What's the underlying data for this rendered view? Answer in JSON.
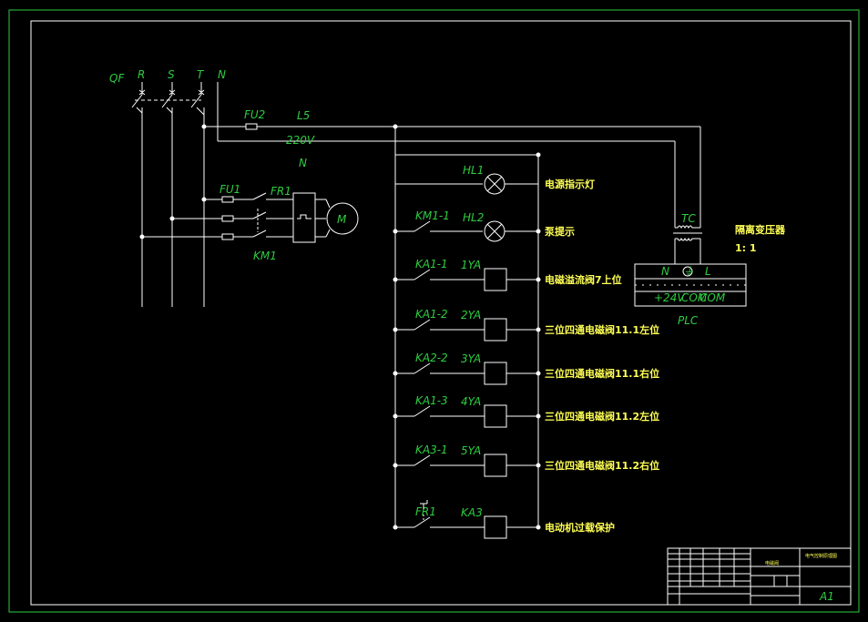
{
  "colors": {
    "background": "#000000",
    "frame": "#2ecc40",
    "wire": "#ffffff",
    "label": "#2ecc40",
    "annotation": "#ffff55"
  },
  "supply": {
    "qf": "QF",
    "r": "R",
    "s": "S",
    "t": "T",
    "n": "N"
  },
  "wires": {
    "fu2": "FU2",
    "l5": "L5",
    "voltage": "220V",
    "neutral": "N"
  },
  "motor": {
    "fu1": "FU1",
    "fr1": "FR1",
    "km1": "KM1",
    "m": "M"
  },
  "transformer": {
    "tc": "TC",
    "name": "隔离变压器",
    "ratio": "1: 1"
  },
  "plc": {
    "label": "PLC",
    "terminals_top": [
      "N",
      "⏚",
      "L"
    ],
    "terminals_bottom": [
      "+24V",
      "COM",
      "COM"
    ]
  },
  "rungs": [
    {
      "contact": "",
      "coil": "HL1",
      "desc": "电源指示灯",
      "lamp": true
    },
    {
      "contact": "KM1-1",
      "coil": "HL2",
      "desc": "泵提示",
      "lamp": true
    },
    {
      "contact": "KA1-1",
      "coil": "1YA",
      "desc": "电磁溢流阀7上位",
      "lamp": false
    },
    {
      "contact": "KA1-2",
      "coil": "2YA",
      "desc": "三位四通电磁阀11.1左位",
      "lamp": false
    },
    {
      "contact": "KA2-2",
      "coil": "3YA",
      "desc": "三位四通电磁阀11.1右位",
      "lamp": false
    },
    {
      "contact": "KA1-3",
      "coil": "4YA",
      "desc": "三位四通电磁阀11.2左位",
      "lamp": false
    },
    {
      "contact": "KA3-1",
      "coil": "5YA",
      "desc": "三位四通电磁阀11.2右位",
      "lamp": false
    },
    {
      "contact": "FR1",
      "coil": "KA3",
      "desc": "电动机过载保护",
      "lamp": false
    }
  ],
  "title_block": {
    "drawing_title": "电气控制原理图",
    "part_name": "电磁阀",
    "sheet_size": "A1"
  }
}
